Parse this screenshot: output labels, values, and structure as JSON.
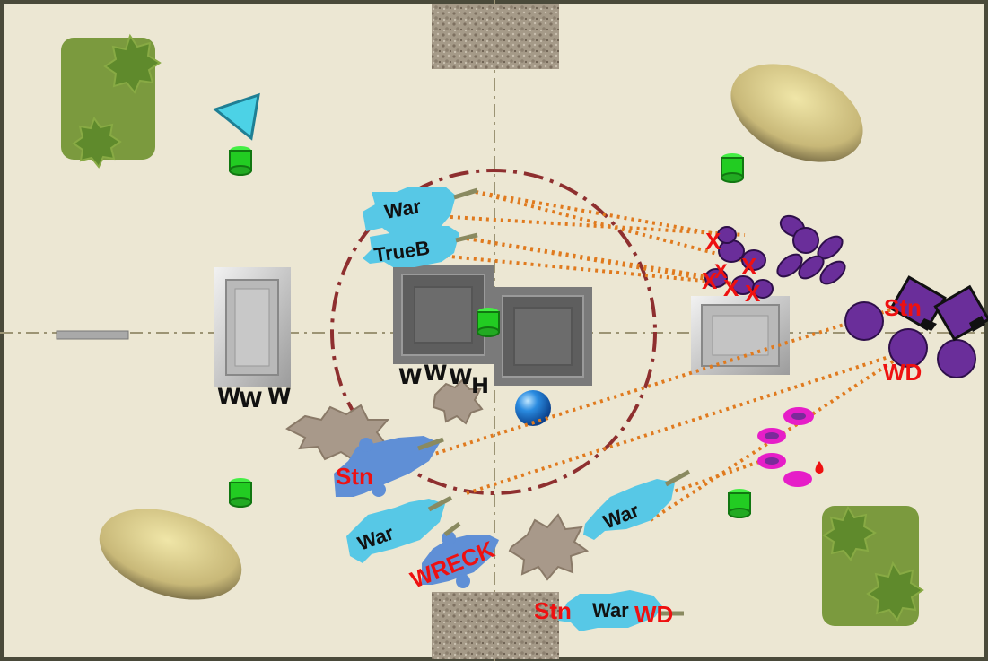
{
  "board": {
    "background": "#ece7d3",
    "border_color": "#4a4a3a"
  },
  "colors": {
    "friendly": "#57c8e6",
    "friendly_damaged": "#5f8fd6",
    "enemy": "#6a2e9a",
    "status_text": "#ee1111",
    "fire_line": "#e07a1e",
    "scenery_forest": "#7b9a3e",
    "objective": "#22cc22",
    "marker_pink": "#e61ec8"
  },
  "units": {
    "war_top": "War",
    "trueb": "TrueB",
    "war_bottom_left": "War",
    "war_bottom_right": "War",
    "war_bottom_center": "War"
  },
  "status": {
    "stn_left": "Stn",
    "wreck": "WRECK",
    "stn_bottom": "Stn",
    "wd_bottom": "WD",
    "stn_right": "Stn",
    "wd_right": "WD"
  },
  "wounds": {
    "left_block": [
      "W",
      "W",
      "W"
    ],
    "center_block": [
      "W",
      "W",
      "W"
    ],
    "center_hull": "H"
  },
  "enemy_marks": [
    "X",
    "X",
    "X",
    "X",
    "X",
    "X"
  ],
  "icons": {
    "direction_marker": "triangle-icon",
    "ball": "ball-icon"
  }
}
